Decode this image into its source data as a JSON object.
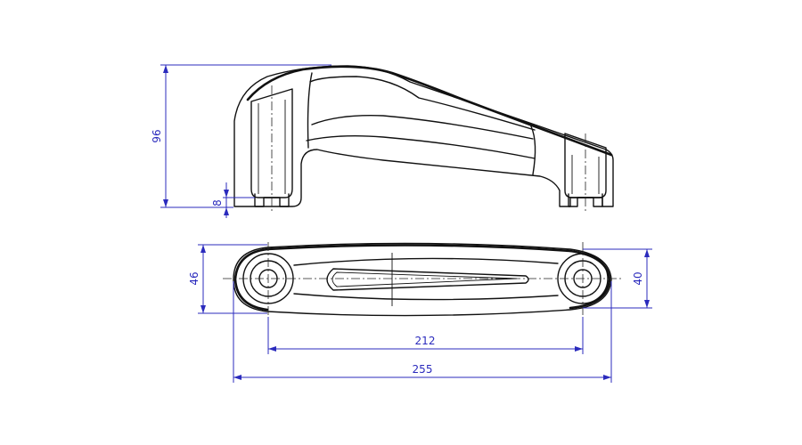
{
  "dimensions": {
    "height_overall": "96",
    "base_height": "8",
    "width_overall": "46",
    "boss_width": "40",
    "hole_spacing": "212",
    "length_overall": "255"
  },
  "colors": {
    "outline": "#111111",
    "dimension": "#2b2bbd",
    "background": "#ffffff"
  }
}
